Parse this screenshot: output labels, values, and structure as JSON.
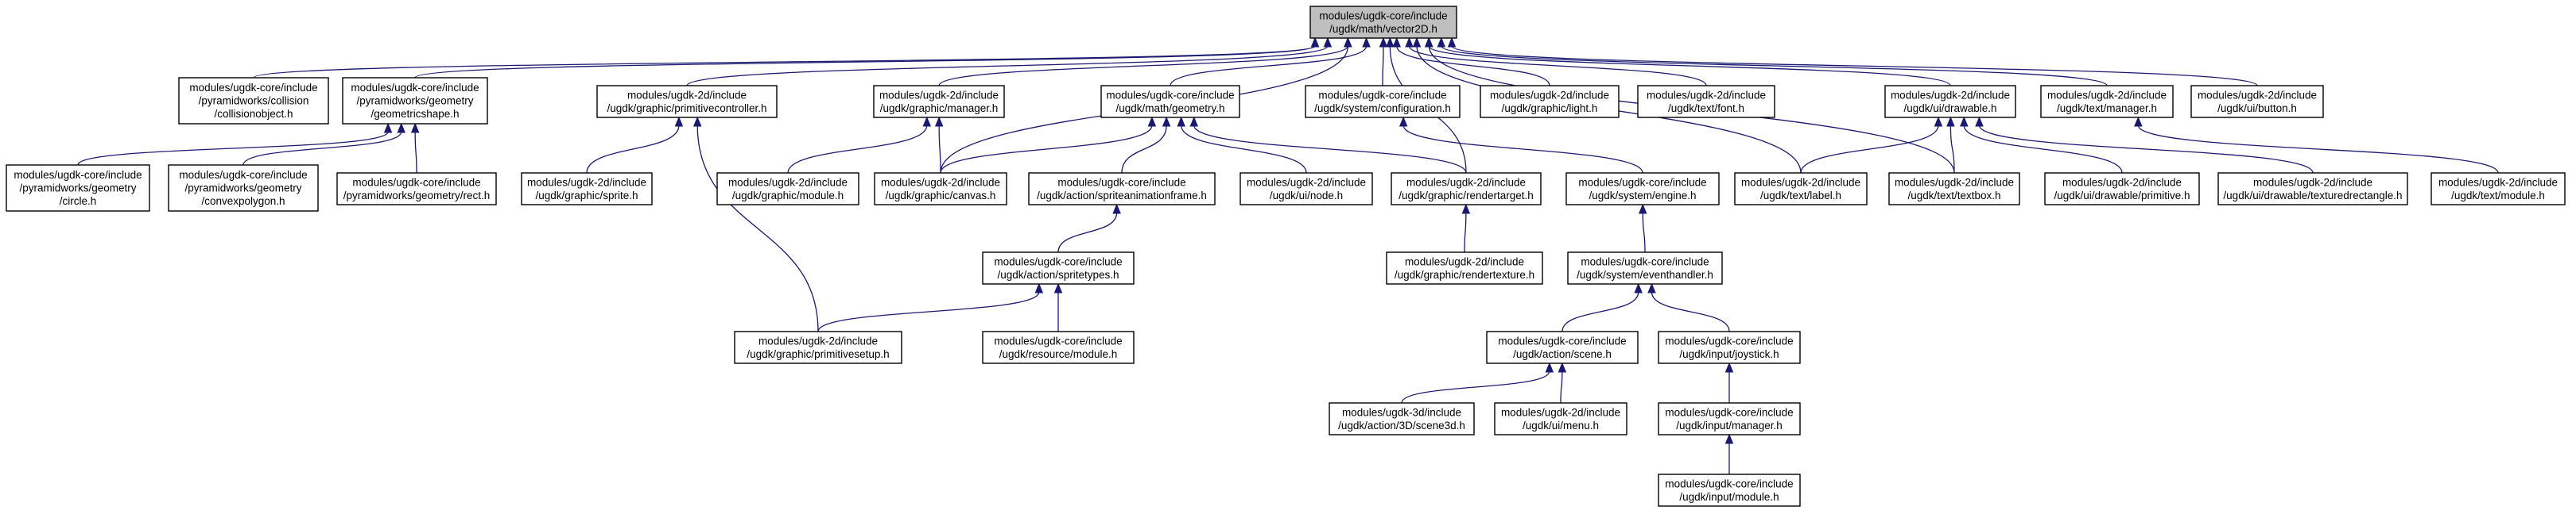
{
  "graph": {
    "title": "",
    "nodes": [
      {
        "id": "vector2d",
        "lines": [
          "modules/ugdk-core/include",
          "/ugdk/math/vector2D.h"
        ],
        "root": true
      },
      {
        "id": "collisionobject",
        "lines": [
          "modules/ugdk-core/include",
          "/pyramidworks/collision",
          "/collisionobject.h"
        ]
      },
      {
        "id": "geometricshape",
        "lines": [
          "modules/ugdk-core/include",
          "/pyramidworks/geometry",
          "/geometricshape.h"
        ]
      },
      {
        "id": "primitivecontroller",
        "lines": [
          "modules/ugdk-2d/include",
          "/ugdk/graphic/primitivecontroller.h"
        ]
      },
      {
        "id": "graphicmanager",
        "lines": [
          "modules/ugdk-2d/include",
          "/ugdk/graphic/manager.h"
        ]
      },
      {
        "id": "mathgeometry",
        "lines": [
          "modules/ugdk-core/include",
          "/ugdk/math/geometry.h"
        ]
      },
      {
        "id": "configuration",
        "lines": [
          "modules/ugdk-core/include",
          "/ugdk/system/configuration.h"
        ]
      },
      {
        "id": "light",
        "lines": [
          "modules/ugdk-2d/include",
          "/ugdk/graphic/light.h"
        ]
      },
      {
        "id": "font",
        "lines": [
          "modules/ugdk-2d/include",
          "/ugdk/text/font.h"
        ]
      },
      {
        "id": "drawable",
        "lines": [
          "modules/ugdk-2d/include",
          "/ugdk/ui/drawable.h"
        ]
      },
      {
        "id": "textmanager",
        "lines": [
          "modules/ugdk-2d/include",
          "/ugdk/text/manager.h"
        ]
      },
      {
        "id": "button",
        "lines": [
          "modules/ugdk-2d/include",
          "/ugdk/ui/button.h"
        ]
      },
      {
        "id": "circle",
        "lines": [
          "modules/ugdk-core/include",
          "/pyramidworks/geometry",
          "/circle.h"
        ]
      },
      {
        "id": "convexpolygon",
        "lines": [
          "modules/ugdk-core/include",
          "/pyramidworks/geometry",
          "/convexpolygon.h"
        ]
      },
      {
        "id": "rect",
        "lines": [
          "modules/ugdk-core/include",
          "/pyramidworks/geometry/rect.h"
        ]
      },
      {
        "id": "sprite",
        "lines": [
          "modules/ugdk-2d/include",
          "/ugdk/graphic/sprite.h"
        ]
      },
      {
        "id": "graphicmodule",
        "lines": [
          "modules/ugdk-2d/include",
          "/ugdk/graphic/module.h"
        ]
      },
      {
        "id": "canvas",
        "lines": [
          "modules/ugdk-2d/include",
          "/ugdk/graphic/canvas.h"
        ]
      },
      {
        "id": "spriteanimationframe",
        "lines": [
          "modules/ugdk-core/include",
          "/ugdk/action/spriteanimationframe.h"
        ]
      },
      {
        "id": "uinode",
        "lines": [
          "modules/ugdk-2d/include",
          "/ugdk/ui/node.h"
        ]
      },
      {
        "id": "rendertarget",
        "lines": [
          "modules/ugdk-2d/include",
          "/ugdk/graphic/rendertarget.h"
        ]
      },
      {
        "id": "engine",
        "lines": [
          "modules/ugdk-core/include",
          "/ugdk/system/engine.h"
        ]
      },
      {
        "id": "label",
        "lines": [
          "modules/ugdk-2d/include",
          "/ugdk/text/label.h"
        ]
      },
      {
        "id": "textbox",
        "lines": [
          "modules/ugdk-2d/include",
          "/ugdk/text/textbox.h"
        ]
      },
      {
        "id": "primitive",
        "lines": [
          "modules/ugdk-2d/include",
          "/ugdk/ui/drawable/primitive.h"
        ]
      },
      {
        "id": "texturedrectangle",
        "lines": [
          "modules/ugdk-2d/include",
          "/ugdk/ui/drawable/texturedrectangle.h"
        ]
      },
      {
        "id": "textmodule",
        "lines": [
          "modules/ugdk-2d/include",
          "/ugdk/text/module.h"
        ]
      },
      {
        "id": "spritetypes",
        "lines": [
          "modules/ugdk-core/include",
          "/ugdk/action/spritetypes.h"
        ]
      },
      {
        "id": "rendertexture",
        "lines": [
          "modules/ugdk-2d/include",
          "/ugdk/graphic/rendertexture.h"
        ]
      },
      {
        "id": "eventhandler",
        "lines": [
          "modules/ugdk-core/include",
          "/ugdk/system/eventhandler.h"
        ]
      },
      {
        "id": "primitivesetup",
        "lines": [
          "modules/ugdk-2d/include",
          "/ugdk/graphic/primitivesetup.h"
        ]
      },
      {
        "id": "resourcemodule",
        "lines": [
          "modules/ugdk-core/include",
          "/ugdk/resource/module.h"
        ]
      },
      {
        "id": "scene",
        "lines": [
          "modules/ugdk-core/include",
          "/ugdk/action/scene.h"
        ]
      },
      {
        "id": "joystick",
        "lines": [
          "modules/ugdk-core/include",
          "/ugdk/input/joystick.h"
        ]
      },
      {
        "id": "scene3d",
        "lines": [
          "modules/ugdk-3d/include",
          "/ugdk/action/3D/scene3d.h"
        ]
      },
      {
        "id": "uimenu",
        "lines": [
          "modules/ugdk-2d/include",
          "/ugdk/ui/menu.h"
        ]
      },
      {
        "id": "inputmanager",
        "lines": [
          "modules/ugdk-core/include",
          "/ugdk/input/manager.h"
        ]
      },
      {
        "id": "inputmodule",
        "lines": [
          "modules/ugdk-core/include",
          "/ugdk/input/module.h"
        ]
      }
    ],
    "edges": [
      {
        "from": "collisionobject",
        "to": "vector2d"
      },
      {
        "from": "geometricshape",
        "to": "vector2d"
      },
      {
        "from": "primitivecontroller",
        "to": "vector2d"
      },
      {
        "from": "graphicmanager",
        "to": "vector2d"
      },
      {
        "from": "mathgeometry",
        "to": "vector2d"
      },
      {
        "from": "configuration",
        "to": "vector2d"
      },
      {
        "from": "light",
        "to": "vector2d"
      },
      {
        "from": "font",
        "to": "vector2d"
      },
      {
        "from": "drawable",
        "to": "vector2d"
      },
      {
        "from": "textmanager",
        "to": "vector2d"
      },
      {
        "from": "button",
        "to": "vector2d"
      },
      {
        "from": "canvas",
        "to": "vector2d"
      },
      {
        "from": "rendertarget",
        "to": "vector2d"
      },
      {
        "from": "label",
        "to": "vector2d"
      },
      {
        "from": "textbox",
        "to": "vector2d"
      },
      {
        "from": "circle",
        "to": "geometricshape"
      },
      {
        "from": "convexpolygon",
        "to": "geometricshape"
      },
      {
        "from": "rect",
        "to": "geometricshape"
      },
      {
        "from": "sprite",
        "to": "primitivecontroller"
      },
      {
        "from": "primitivesetup",
        "to": "primitivecontroller"
      },
      {
        "from": "graphicmodule",
        "to": "graphicmanager"
      },
      {
        "from": "canvas",
        "to": "graphicmanager"
      },
      {
        "from": "canvas",
        "to": "mathgeometry"
      },
      {
        "from": "spriteanimationframe",
        "to": "mathgeometry"
      },
      {
        "from": "uinode",
        "to": "mathgeometry"
      },
      {
        "from": "rendertarget",
        "to": "mathgeometry"
      },
      {
        "from": "engine",
        "to": "configuration"
      },
      {
        "from": "label",
        "to": "drawable"
      },
      {
        "from": "textbox",
        "to": "drawable"
      },
      {
        "from": "primitive",
        "to": "drawable"
      },
      {
        "from": "texturedrectangle",
        "to": "drawable"
      },
      {
        "from": "textmodule",
        "to": "textmanager"
      },
      {
        "from": "spritetypes",
        "to": "spriteanimationframe"
      },
      {
        "from": "rendertexture",
        "to": "rendertarget"
      },
      {
        "from": "eventhandler",
        "to": "engine"
      },
      {
        "from": "primitivesetup",
        "to": "spritetypes"
      },
      {
        "from": "resourcemodule",
        "to": "spritetypes"
      },
      {
        "from": "scene",
        "to": "eventhandler"
      },
      {
        "from": "joystick",
        "to": "eventhandler"
      },
      {
        "from": "scene3d",
        "to": "scene"
      },
      {
        "from": "uimenu",
        "to": "scene"
      },
      {
        "from": "inputmanager",
        "to": "joystick"
      },
      {
        "from": "inputmodule",
        "to": "inputmanager"
      }
    ]
  }
}
